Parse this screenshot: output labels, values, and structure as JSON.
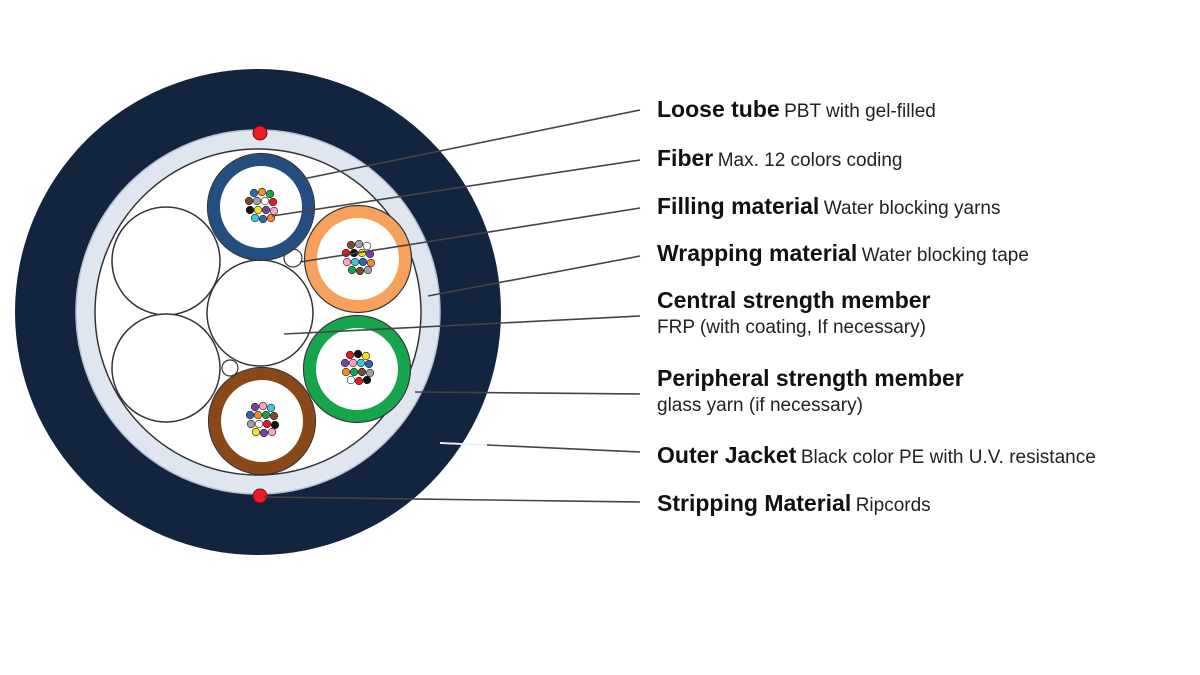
{
  "colors": {
    "outer_jacket": "#13243f",
    "wrapping": "#dfe6ef",
    "core": "#ffffff",
    "ripcord": "#ee1c25",
    "tube_blue": "#244e80",
    "tube_orange": "#f7a15b",
    "tube_green": "#16a54a",
    "tube_brown": "#8a4818",
    "leader": "#444444",
    "fiber_colors": [
      "#2e64b0",
      "#f08a2a",
      "#19a24b",
      "#7b4a2b",
      "#9aa1a8",
      "#ffffff",
      "#e21b23",
      "#111111",
      "#f4e21a",
      "#7b3fa0",
      "#f5a6c8",
      "#3ec8d8"
    ]
  },
  "labels": [
    {
      "title": "Loose tube",
      "desc": "PBT with gel-filled"
    },
    {
      "title": "Fiber",
      "desc": "Max. 12 colors coding"
    },
    {
      "title": "Filling material",
      "desc": "Water blocking yarns"
    },
    {
      "title": "Wrapping material",
      "desc": "Water blocking tape"
    },
    {
      "title": "Central strength member",
      "desc": "FRP (with coating, If necessary)"
    },
    {
      "title": "Peripheral strength member",
      "desc": "glass yarn (if necessary)"
    },
    {
      "title": "Outer Jacket",
      "desc": "Black color PE with U.V. resistance"
    },
    {
      "title": "Stripping Material",
      "desc": "Ripcords"
    }
  ]
}
